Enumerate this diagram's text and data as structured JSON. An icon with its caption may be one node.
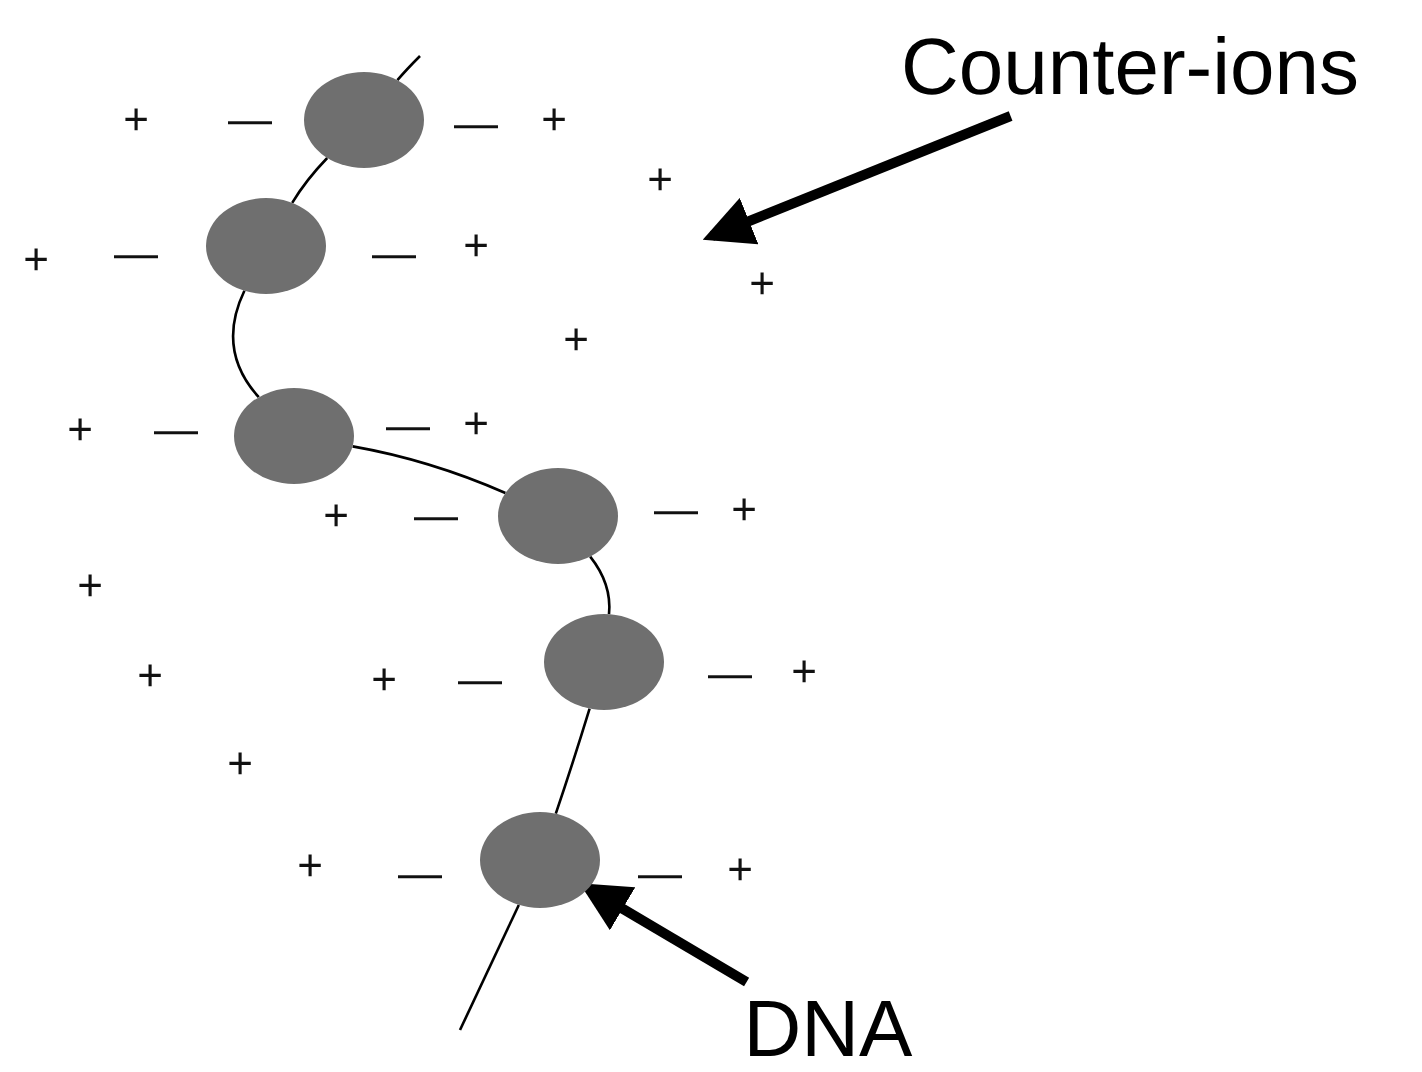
{
  "diagram": {
    "nodes": [
      {
        "text": [
          "Counter-ions"
        ]
      },
      {
        "text": [],
        "shape": "circle"
      },
      {
        "text": [],
        "shape": "circle"
      },
      {
        "text": [],
        "shape": "circle"
      },
      {
        "text": [],
        "shape": "circle"
      },
      {
        "text": [],
        "shape": "circle"
      },
      {
        "text": [],
        "shape": "circle"
      },
      {
        "text": [
          "DNA"
        ]
      }
    ],
    "edges": [
      {
        "from": 0,
        "to": null,
        "arrow": "to",
        "style": "thick"
      },
      {
        "from": null,
        "to": 1,
        "arrow": "none"
      },
      {
        "from": 1,
        "to": 2,
        "arrow": "none"
      },
      {
        "from": 2,
        "to": 3,
        "arrow": "none"
      },
      {
        "from": 3,
        "to": 4,
        "arrow": "none"
      },
      {
        "from": 4,
        "to": 5,
        "arrow": "none"
      },
      {
        "from": 5,
        "to": 6,
        "arrow": "none"
      },
      {
        "from": 6,
        "to": null,
        "arrow": "none"
      },
      {
        "from": 7,
        "to": 6,
        "arrow": "to",
        "style": "thick"
      }
    ],
    "labels": [
      "+",
      "—",
      "—",
      "+",
      "+",
      "+",
      "—",
      "—",
      "+",
      "+",
      "+",
      "+",
      "—",
      "—",
      "+",
      "+",
      "—",
      "—",
      "+",
      "+",
      "+",
      "+",
      "—",
      "—",
      "+",
      "+",
      "+",
      "—",
      "—",
      "+"
    ]
  }
}
